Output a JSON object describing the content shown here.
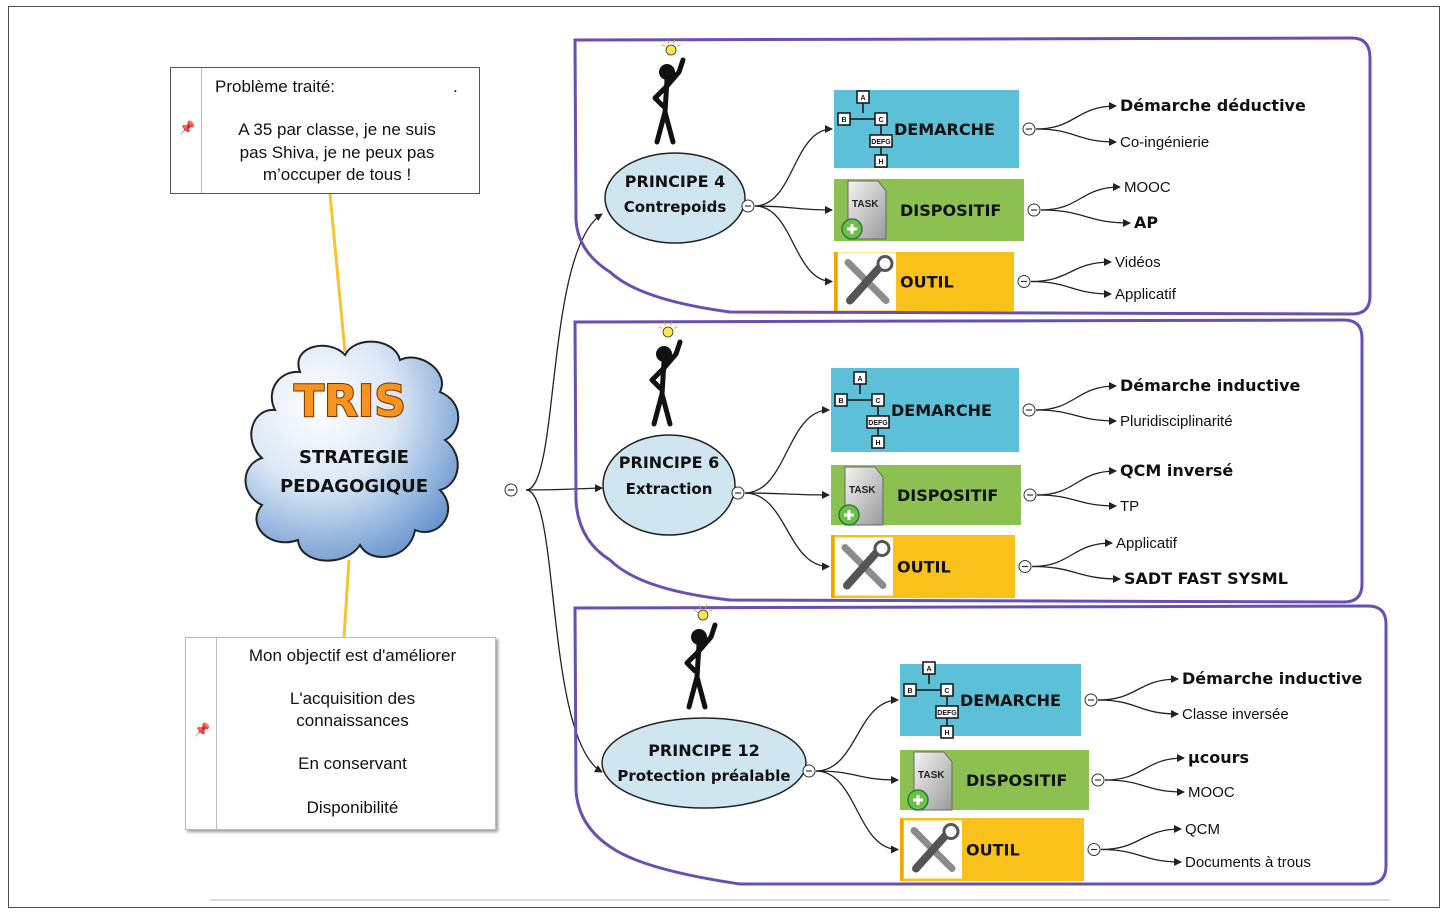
{
  "problem_note": {
    "title": "Problème traité:",
    "dot": ".",
    "lines": [
      "A 35 par classe, je ne suis",
      "pas Shiva, je ne peux pas",
      "m’occuper de tous !"
    ]
  },
  "objective_note": {
    "lines": [
      "Mon  objectif est d'améliorer",
      "L'acquisition des",
      "connaissances",
      "En conservant",
      "Disponibilité"
    ]
  },
  "central": {
    "logo": "TRIS",
    "title_line1": "STRATEGIE",
    "title_line2": "PEDAGOGIQUE"
  },
  "colors": {
    "frame": "#6a4fb3",
    "demarche": "#5bc0d8",
    "dispositif": "#8cc152",
    "outil": "#f9c21a",
    "principle": "#cfe6f0",
    "connector_note": "#f6c431"
  },
  "branch_labels": {
    "demarche": "DEMARCHE",
    "dispositif": "DISPOSITIF",
    "outil": "OUTIL",
    "task": "TASK"
  },
  "principles": [
    {
      "name": "PRINCIPE  4",
      "subtitle": "Contrepoids",
      "demarche_items": [
        "Démarche  déductive",
        "Co-ingénierie"
      ],
      "dispositif_items": [
        "MOOC",
        "AP"
      ],
      "outil_items": [
        "Vidéos",
        "Applicatif"
      ]
    },
    {
      "name": "PRINCIPE  6",
      "subtitle": "Extraction",
      "demarche_items": [
        "Démarche  inductive",
        "Pluridisciplinarité"
      ],
      "dispositif_items": [
        "QCM  inversé",
        "TP"
      ],
      "outil_items": [
        "Applicatif",
        "SADT  FAST  SYSML"
      ]
    },
    {
      "name": "PRINCIPE  12",
      "subtitle": "Protection  préalable",
      "demarche_items": [
        "Démarche  inductive",
        "Classe inversée"
      ],
      "dispositif_items": [
        "µcours",
        "MOOC"
      ],
      "outil_items": [
        "QCM",
        "Documents à trous"
      ]
    }
  ],
  "icons": [
    "abc-flowchart-icon",
    "task-document-icon",
    "wrench-screwdriver-icon",
    "thinking-person-icon",
    "lightbulb-icon",
    "collapse-icon",
    "pin-icon"
  ]
}
